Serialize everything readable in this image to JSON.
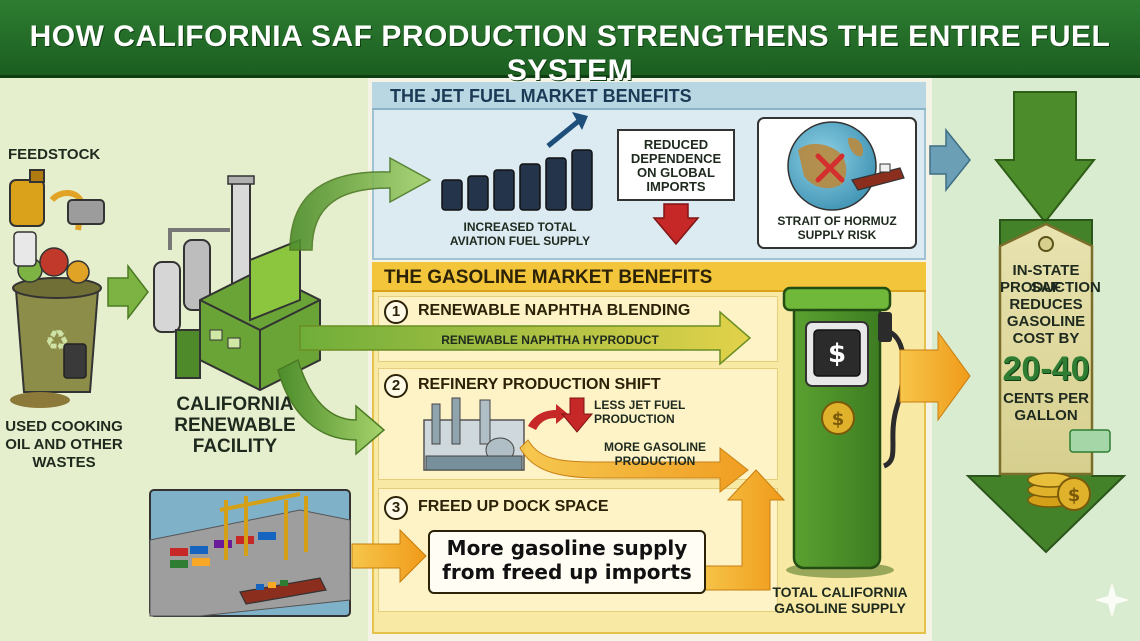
{
  "title": "HOW CALIFORNIA SAF PRODUCTION STRENGTHENS THE ENTIRE FUEL SYSTEM",
  "left": {
    "feedstock_label": "FEEDSTOCK",
    "waste_label_line1": "USED COOKING",
    "waste_label_line2": "OIL AND OTHER",
    "waste_label_line3": "WASTES",
    "facility_line1": "CALIFORNIA",
    "facility_line2": "RENEWABLE",
    "facility_line3": "FACILITY"
  },
  "jet": {
    "heading": "THE JET FUEL MARKET BENEFITS",
    "supply_line1": "INCREASED TOTAL",
    "supply_line2": "AVIATION FUEL SUPPLY",
    "imports_line1": "REDUCED",
    "imports_line2": "DEPENDENCE",
    "imports_line3": "ON GLOBAL",
    "imports_line4": "IMPORTS",
    "hormuz_line1": "STRAIT OF HORMUZ",
    "hormuz_line2": "SUPPLY RISK"
  },
  "gas": {
    "heading": "THE GASOLINE MARKET BENEFITS",
    "items": [
      {
        "number": "1",
        "label": "RENEWABLE NAPHTHA BLENDING"
      },
      {
        "number": "2",
        "label": "REFINERY PRODUCTION SHIFT"
      },
      {
        "number": "3",
        "label": "FREED UP DOCK SPACE"
      }
    ],
    "naphtha_arrow_label": "RENEWABLE NAPHTHA HYPRODUCT",
    "less_jet_line1": "LESS JET FUEL",
    "less_jet_line2": "PRODUCTION",
    "more_gas_line1": "MORE GASOLINE",
    "more_gas_line2": "PRODUCTION",
    "callout_line1": "More gasoline supply",
    "callout_line2": "from freed up imports",
    "pump_symbol": "$",
    "supply_line1": "TOTAL CALIFORNIA",
    "supply_line2": "GASOLINE SUPPLY"
  },
  "result": {
    "line1": "IN-STATE SAF",
    "line2": "PRODUCTION",
    "line3": "REDUCES",
    "line4": "GASOLINE",
    "line5": "COST BY",
    "range": "20-40",
    "unit_line1": "CENTS PER",
    "unit_line2": "GALLON",
    "coin_symbol": "$"
  },
  "colors": {
    "title_green": "#1b5e20",
    "jet_blue": "#dcebf2",
    "gas_yellow": "#f8eaa5",
    "arrow_green": "#7cb342",
    "arrow_orange": "#f2a31b",
    "arrow_blue": "#6a9fb5"
  },
  "icons": [
    "oil-jug-icon",
    "recycle-bin-icon",
    "refinery-icon",
    "fuel-barrels-icon",
    "globe-icon",
    "tanker-ship-icon",
    "fuel-pump-icon",
    "price-tag-icon",
    "coin-stack-icon",
    "dock-cranes-icon",
    "sparkle-icon"
  ]
}
